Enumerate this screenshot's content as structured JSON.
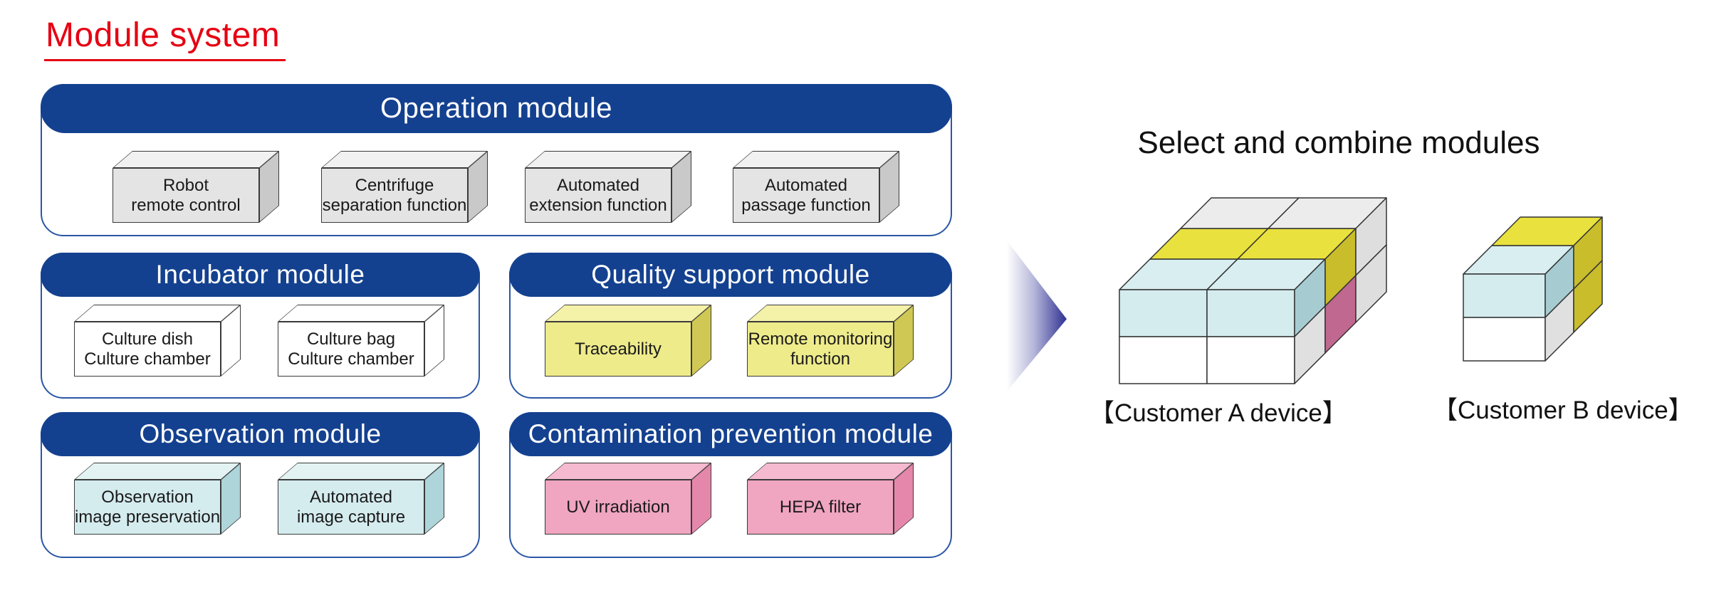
{
  "page_title": "Module system",
  "left_panel": {
    "modules": [
      {
        "id": "operation",
        "title": "Operation module",
        "boxes": [
          {
            "line1": "Robot",
            "line2": "remote control"
          },
          {
            "line1": "Centrifuge",
            "line2": "separation function"
          },
          {
            "line1": "Automated",
            "line2": "extension function"
          },
          {
            "line1": "Automated",
            "line2": "passage function"
          }
        ]
      },
      {
        "id": "incubator",
        "title": "Incubator module",
        "boxes": [
          {
            "line1": "Culture dish",
            "line2": "Culture chamber"
          },
          {
            "line1": "Culture bag",
            "line2": "Culture chamber"
          }
        ]
      },
      {
        "id": "quality",
        "title": "Quality support module",
        "boxes": [
          {
            "line1": "Traceability"
          },
          {
            "line1": "Remote monitoring",
            "line2": "function"
          }
        ]
      },
      {
        "id": "observation",
        "title": "Observation module",
        "boxes": [
          {
            "line1": "Observation",
            "line2": "image preservation"
          },
          {
            "line1": "Automated",
            "line2": "image capture"
          }
        ]
      },
      {
        "id": "contamination",
        "title": "Contamination prevention module",
        "boxes": [
          {
            "line1": "UV irradiation"
          },
          {
            "line1": "HEPA filter"
          }
        ]
      }
    ]
  },
  "right_panel": {
    "heading": "Select and combine modules",
    "device_a_label": "【Customer A device】",
    "device_b_label": "【Customer B device】"
  },
  "colors": {
    "title_red": "#e60012",
    "header_blue": "#14418f",
    "container_border_blue": "#2b57a5",
    "box_gray": "#e4e4e4",
    "box_white": "#ffffff",
    "box_yellow": "#eeeb8b",
    "box_cyan": "#d5ecef",
    "box_pink": "#f0a5c1",
    "cube_yellow_top": "#e9e13d",
    "cube_cyan_top": "#d9eef0",
    "cube_pink_side": "#c0688f",
    "arrow_purple": "#2e3192"
  }
}
